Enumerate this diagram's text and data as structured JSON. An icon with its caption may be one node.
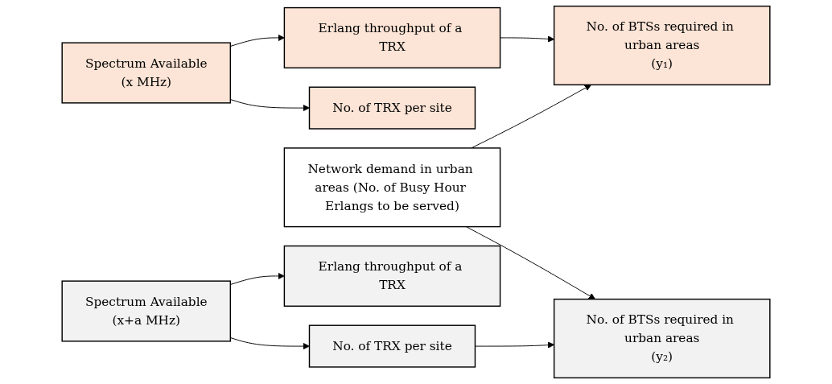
{
  "diagram": {
    "nodes": [
      {
        "text": [
          "Spectrum Available",
          "(x MHz)"
        ]
      },
      {
        "text": [
          "Erlang throughput of a TRX"
        ]
      },
      {
        "text": [
          "No. of TRX per site"
        ]
      },
      {
        "text": [
          "No. of BTSs required in urban areas",
          "(y₁)"
        ]
      },
      {
        "text": [
          "Network demand in urban areas (No. of Busy Hour Erlangs to be served)"
        ]
      },
      {
        "text": [
          "Spectrum Available",
          "(x+a MHz)"
        ]
      },
      {
        "text": [
          "Erlang throughput of a TRX"
        ]
      },
      {
        "text": [
          "No. of TRX per site"
        ]
      },
      {
        "text": [
          "No. of BTSs required in urban areas",
          "(y₂)"
        ]
      }
    ],
    "edges": [
      {
        "from": 0,
        "to": 1,
        "arrow": "to"
      },
      {
        "from": 0,
        "to": 2,
        "arrow": "to"
      },
      {
        "from": 1,
        "to": 3,
        "arrow": "to"
      },
      {
        "from": 4,
        "to": 3,
        "arrow": "to"
      },
      {
        "from": 4,
        "to": 8,
        "arrow": "to"
      },
      {
        "from": 5,
        "to": 6,
        "arrow": "to"
      },
      {
        "from": 5,
        "to": 7,
        "arrow": "to"
      },
      {
        "from": 7,
        "to": 8,
        "arrow": "to"
      }
    ]
  }
}
